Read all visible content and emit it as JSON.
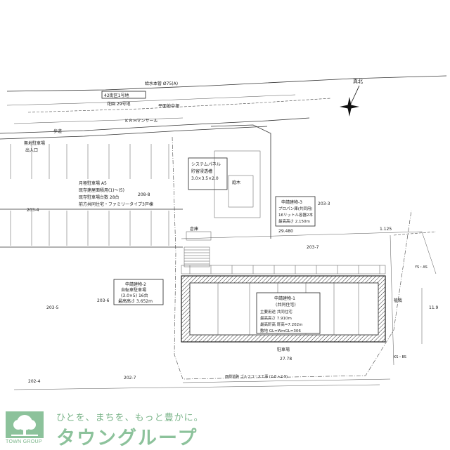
{
  "plan": {
    "compass": "真北",
    "road_top": "給水本管 Ø75(A)",
    "road_line1": "平面地中埋",
    "building_42": "42街区1号地",
    "building_garage": "花園 29号地",
    "kr_mansion": "K R Hマンサール",
    "parking_lot": "無地駐車場",
    "parking_exit": "出入口",
    "road_mark": "歩道",
    "parking_title": "月極駐車場 A5",
    "parking_note1": "既存建屋面積用(1)〜(5)",
    "parking_note2": "既存駐車場台数 28台",
    "parking_note3": "前方共同住宅・ファミリータイプ3戸棟",
    "lot_208": "208-8",
    "lot_203_4": "203-4",
    "lot_203_3": "203-3",
    "lot_203_7": "203-7",
    "lot_202_4": "202-4",
    "lot_202_7": "202-7",
    "lot_203_6": "203-6",
    "lot_203_5": "203-5",
    "tank_label": "システムパネル\n貯留浸透槽\n3.0×3.5×2.0",
    "garden": "庭木",
    "storage": "倉庫",
    "existing_title": "申請建物-2",
    "existing_sub": "自転車駐車場",
    "existing_dims": "(3.0×5) 16台",
    "existing_height": "最高高さ 3.652m",
    "annex_title": "申請建物-3",
    "annex_sub": "プロパン庫(共同用)",
    "annex_l2": "16リットル容器2本",
    "annex_height": "最高高さ 2.150m",
    "main_title": "申請建物-1",
    "main_sub": "(共同住宅)",
    "main_l1": "主要用途 共同住宅",
    "main_l2": "最高高さ 7.910m",
    "main_l3": "最高軒高 軒高=7.202m",
    "main_l4": "敷地 GL=WmGL=306",
    "dim_29": "29.480",
    "dim_27": "27.78",
    "dim_1125": "1.125",
    "dim_11_9": "11.9",
    "lane": "駐車場",
    "south_road": "西側道路 ゴルフコース工事 (2-8 +2-9)",
    "tree_right": "植栽",
    "spot_ys": "YS・AS",
    "spot_ks": "KS・BS"
  },
  "brand": {
    "tagline": "ひとを、まちを、もっと豊かに。",
    "name": "タウングループ",
    "sub": "TOWN GROUP",
    "color": "#8cc29b",
    "logo_icon": "tree-logo-icon"
  }
}
